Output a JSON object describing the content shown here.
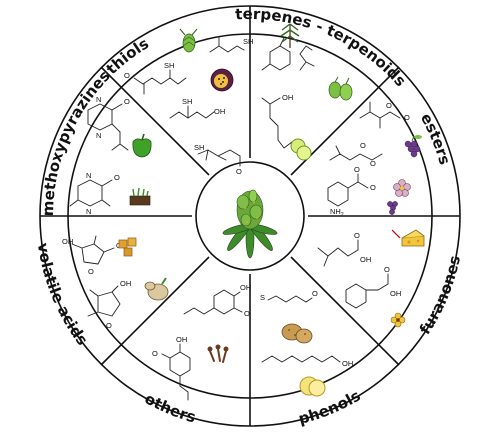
{
  "categories": {
    "thiols": "thiols",
    "terpenes": "terpenes - terpenoids",
    "esters": "esters",
    "volatile_acids": "volatile acids",
    "others": "others",
    "phenols": "phenols",
    "furanones": "furanones",
    "methoxypyrazines": "methoxypyrazines"
  },
  "atoms": {
    "sh": "SH",
    "oh": "OH",
    "o": "O",
    "n": "N",
    "s": "S",
    "nh2": "NH",
    "nh2_sub": "2"
  },
  "icons": {
    "center": "cannabis-bud-icon",
    "hop": "hop-cone-icon",
    "passionfruit": "passionfruit-icon",
    "pine": "pine-sprig-icon",
    "lime": "lime-slice-icon",
    "grapes": "grapes-icon",
    "flower": "flower-icon",
    "cheese": "cheese-icon",
    "potato": "potato-icon",
    "lemon": "lemon-slice-icon",
    "clove": "clove-icon",
    "ginger": "ginger-root-icon",
    "caramel": "caramel-cubes-icon",
    "pepper": "green-pepper-icon",
    "soil": "soil-icon"
  },
  "colors": {
    "background": "#ffffff",
    "lines": "#111111",
    "leaf_green": "#3f8a2a",
    "bud_green": "#6aa83a",
    "hop_green": "#7cc043",
    "cheese_yellow": "#f3c53a",
    "grape_purple": "#6b3a8a",
    "passion_purple": "#5c2042",
    "clove_brown": "#6b3b1e",
    "potato_tan": "#c99a52"
  }
}
